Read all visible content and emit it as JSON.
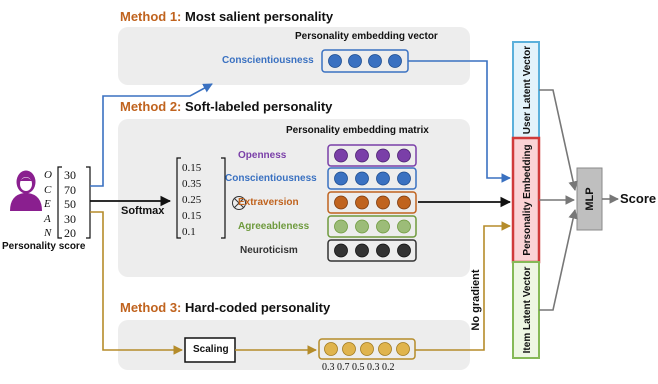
{
  "method1": {
    "prefix": "Method 1:",
    "title": "Most salient personality",
    "box_label": "Personality embedding vector",
    "trait": "Conscientiousness"
  },
  "method2": {
    "prefix": "Method 2:",
    "title": "Soft-labeled personality",
    "box_label": "Personality embedding matrix",
    "softmax_label": "Softmax",
    "otimes": "⊗",
    "softmax_values": [
      "0.15",
      "0.35",
      "0.25",
      "0.15",
      "0.1"
    ],
    "traits": [
      {
        "name": "Openness",
        "color": "#7a3fa8"
      },
      {
        "name": "Conscientiousness",
        "color": "#3a71c1"
      },
      {
        "name": "Extraversion",
        "color": "#c0631e"
      },
      {
        "name": "Agreeableness",
        "color": "#6e9a3d"
      },
      {
        "name": "Neuroticism",
        "color": "#333333"
      }
    ]
  },
  "method3": {
    "prefix": "Method 3:",
    "title": "Hard-coded personality",
    "scaling_label": "Scaling",
    "values": [
      "0.3",
      "0.7",
      "0.5",
      "0.3",
      "0.2"
    ]
  },
  "input": {
    "ocean_letters": [
      "O",
      "C",
      "E",
      "A",
      "N"
    ],
    "scores": [
      "30",
      "70",
      "50",
      "30",
      "20"
    ],
    "caption": "Personality score"
  },
  "right": {
    "user_vector": "User Latent Vector",
    "personality_embedding": "Personality Embedding",
    "item_vector": "Item Latent Vector",
    "mlp": "MLP",
    "score": "Score",
    "no_gradient": "No gradient"
  },
  "colors": {
    "method_prefix": "#c0631e",
    "blue": "#3a71c1",
    "purple": "#7a3fa8",
    "orange": "#c0631e",
    "green": "#6e9a3d",
    "dark": "#333333",
    "gold": "#b58c2a",
    "gold_fill": "#e0b44d",
    "panel": "#ededed",
    "user_fill": "#e3f3fb",
    "user_border": "#5bb0db",
    "pe_fill": "#fbd3d5",
    "pe_border": "#d03a3a",
    "item_fill": "#eef6e3",
    "item_border": "#86b957",
    "mlp_fill": "#bfbfbf"
  }
}
